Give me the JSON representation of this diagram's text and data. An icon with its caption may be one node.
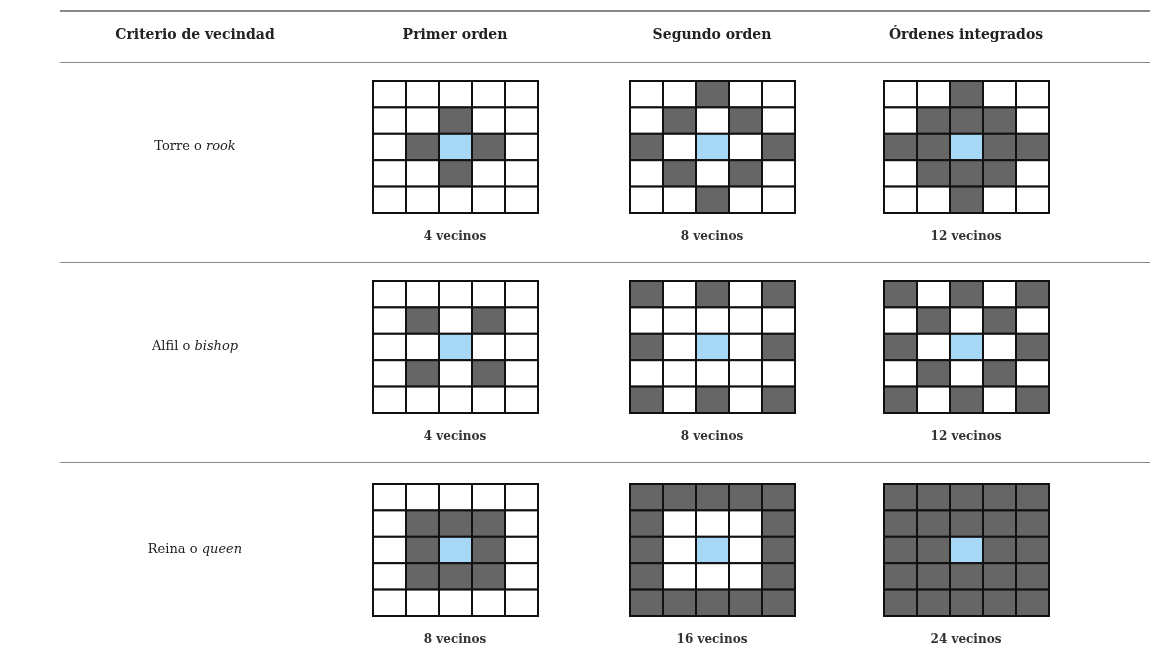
{
  "diagram": {
    "labels": [
      "Criterio de vecindad",
      "Primer orden",
      "Segundo orden",
      "Órdenes integrados",
      "Torre o *rook*",
      "4 vecinos",
      "8 vecinos",
      "12 vecinos",
      "Alfil o *bishop*",
      "4 vecinos",
      "8 vecinos",
      "12 vecinos",
      "Reina o *queen*",
      "8 vecinos",
      "16 vecinos",
      "24 vecinos"
    ]
  }
}
